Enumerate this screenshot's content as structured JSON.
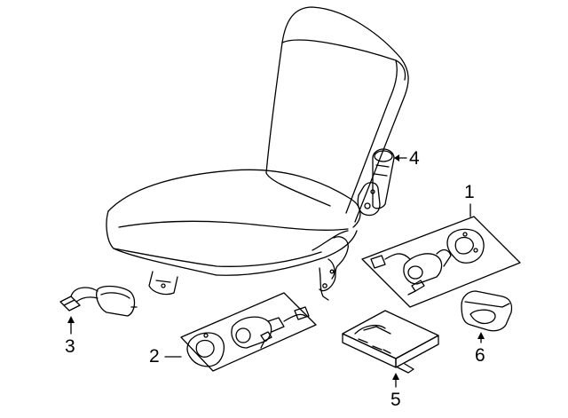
{
  "callouts": {
    "c1": "1",
    "c2": "2",
    "c3": "3",
    "c4": "4",
    "c5": "5",
    "c6": "6"
  },
  "colors": {
    "line": "#000000",
    "background": "#ffffff"
  },
  "icons": [
    "seat-icon",
    "seat-motor-icon",
    "harness-icon",
    "module-icon",
    "switch-icon"
  ]
}
